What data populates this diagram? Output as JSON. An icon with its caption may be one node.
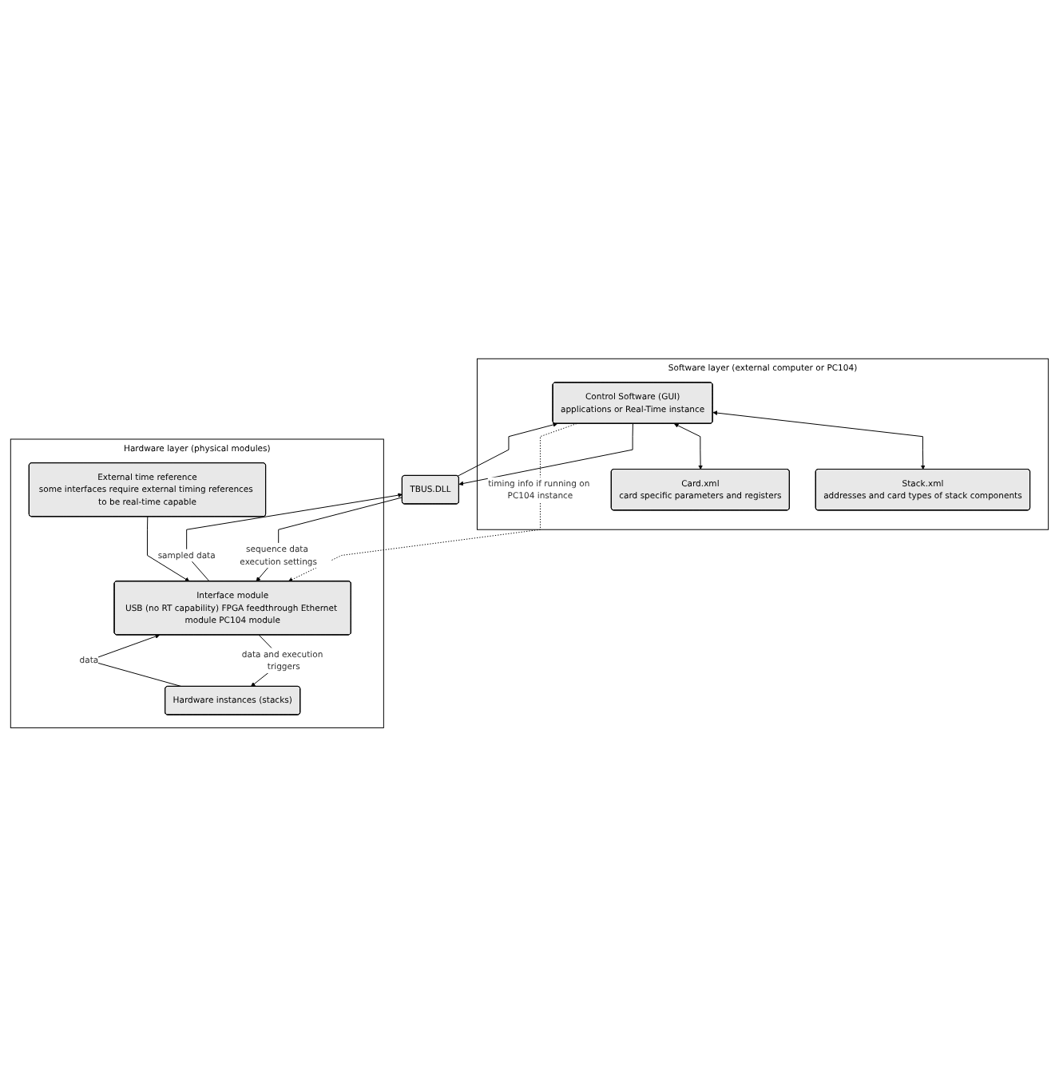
{
  "diagram": {
    "nodes": [
      {
        "text": [
          "Software layer (external computer or PC104)"
        ]
      },
      {
        "text": [
          "Control Software (GUI)",
          "applications or Real-Time instance"
        ],
        "in": 0
      },
      {
        "text": [
          "Stack.xml",
          "addresses and card types of stack components"
        ],
        "in": 0
      },
      {
        "text": [
          "Card.xml",
          "card specific parameters and registers"
        ],
        "in": 0
      },
      {
        "text": [
          "TBUS.DLL"
        ]
      },
      {
        "text": [
          "Hardware layer (physical modules)"
        ]
      },
      {
        "text": [
          "External time reference",
          "some interfaces require external timing references to be real-time capable"
        ],
        "in": 5
      },
      {
        "text": [
          "Interface module",
          "USB (no RT capability) FPGA feedthrough Ethernet module PC104 module"
        ],
        "in": 5
      },
      {
        "text": [
          "Hardware instances (stacks)"
        ],
        "in": 5
      }
    ],
    "edges": [
      {
        "from": 1,
        "to": 2,
        "arrow": "both"
      },
      {
        "from": 1,
        "to": 3,
        "arrow": "both"
      },
      {
        "from": 1,
        "to": 4,
        "arrow": "to"
      },
      {
        "from": 4,
        "to": 1,
        "arrow": "to"
      },
      {
        "from": 4,
        "to": 7,
        "arrow": "to",
        "label": "sequence data execution settings"
      },
      {
        "from": 7,
        "to": 4,
        "arrow": "to",
        "label": "sampled data"
      },
      {
        "from": 6,
        "to": 7,
        "arrow": "to"
      },
      {
        "from": 1,
        "to": 7,
        "arrow": "to",
        "style": "dashed",
        "label": "timing info if running on PC104 instance"
      },
      {
        "from": 7,
        "to": 8,
        "arrow": "to",
        "label": "data and execution triggers"
      },
      {
        "from": 8,
        "to": 7,
        "arrow": "to",
        "label": "data"
      }
    ]
  }
}
